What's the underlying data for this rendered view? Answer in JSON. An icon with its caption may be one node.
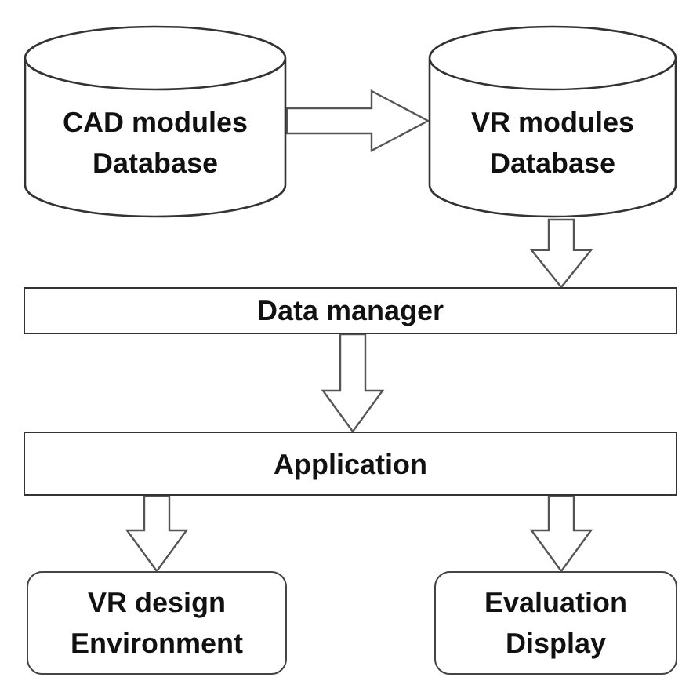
{
  "diagram": {
    "nodes": [
      {
        "text": [
          "CAD modules Database"
        ]
      },
      {
        "text": [
          "VR modules Database"
        ]
      },
      {
        "text": [
          "Data manager"
        ]
      },
      {
        "text": [
          "Application"
        ]
      },
      {
        "text": [
          "VR design Environment"
        ]
      },
      {
        "text": [
          "Evaluation Display"
        ]
      }
    ],
    "edges": [
      {
        "from": 0,
        "to": 1,
        "arrow": "to"
      },
      {
        "from": 1,
        "to": 2,
        "arrow": "to"
      },
      {
        "from": 2,
        "to": 3,
        "arrow": "to"
      },
      {
        "from": 3,
        "to": 4,
        "arrow": "to"
      },
      {
        "from": 3,
        "to": 5,
        "arrow": "to"
      }
    ]
  }
}
